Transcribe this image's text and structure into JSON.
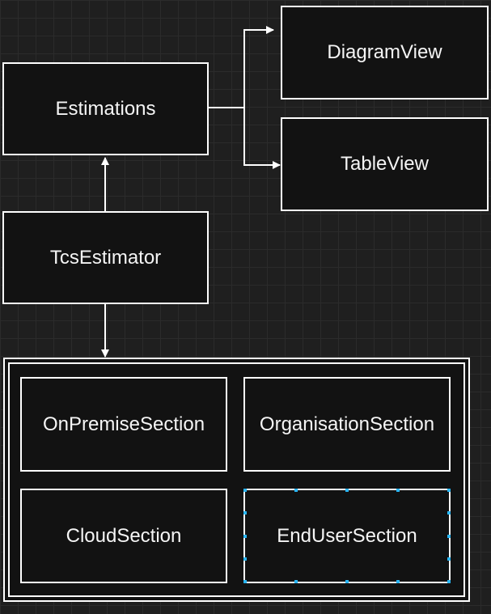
{
  "diagram": {
    "nodes": {
      "estimations": "Estimations",
      "diagram_view": "DiagramView",
      "table_view": "TableView",
      "tcs_estimator": "TcsEstimator",
      "on_premise_section": "OnPremiseSection",
      "organisation_section": "OrganisationSection",
      "cloud_section": "CloudSection",
      "end_user_section": "EndUserSection"
    },
    "colors": {
      "background": "#1f1f1f",
      "grid": "#2b2b2b",
      "node_fill": "#121212",
      "stroke": "#ffffff",
      "text": "#f5f5f5",
      "selection": "#29b6f6"
    },
    "edges": [
      {
        "from": "estimations",
        "to": "diagram_view"
      },
      {
        "from": "estimations",
        "to": "table_view"
      },
      {
        "from": "tcs_estimator",
        "to": "estimations"
      },
      {
        "from": "tcs_estimator",
        "to": "sections_container"
      }
    ],
    "selected": "end_user_section"
  }
}
